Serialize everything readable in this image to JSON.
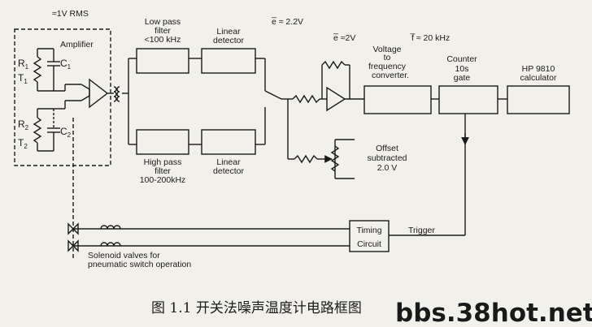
{
  "diagram": {
    "rms_label": "≈1V RMS",
    "amplifier_label": "Amplifier",
    "r1": "R",
    "r1_sub": "1",
    "t1": "T",
    "t1_sub": "1",
    "c1": "C",
    "c1_sub": "1",
    "r2": "R",
    "r2_sub": "2",
    "t2": "T",
    "t2_sub": "2",
    "c2": "C",
    "c2_sub": "2",
    "lowpass_line1": "Low pass",
    "lowpass_line2": "filter",
    "lowpass_line3": "<100 kHz",
    "highpass_line1": "High pass",
    "highpass_line2": "filter",
    "highpass_line3": "100-200kHz",
    "lindet_top_line1": "Linear",
    "lindet_top_line2": "detector",
    "lindet_bot_line1": "Linear",
    "lindet_bot_line2": "detector",
    "e_bar_1": "e̅ ≈ 2.2V",
    "e_bar_2": "e̅ ≈2V",
    "f_bar": "f̅ ≈ 20 kHz",
    "vfc_line1": "Voltage",
    "vfc_line2": "to",
    "vfc_line3": "frequency",
    "vfc_line4": "converter.",
    "counter_line1": "Counter",
    "counter_line2": "10s",
    "counter_line3": "gate",
    "hp_line1": "HP 9810",
    "hp_line2": "calculator",
    "offset_line1": "Offset",
    "offset_line2": "subtracted",
    "offset_line3": "2.0 V",
    "timing_line1": "Timing",
    "timing_line2": "Circuit",
    "trigger_label": "Trigger",
    "solenoid_line1": "Solenoid valves for",
    "solenoid_line2": "pneumatic switch operation"
  },
  "caption": "图 1.1   开关法噪声温度计电路框图",
  "watermark": "bbs.38hot.net",
  "colors": {
    "ink": "#1a1a1a",
    "paper": "#f2f0ea",
    "watermark": "#e0218a"
  }
}
